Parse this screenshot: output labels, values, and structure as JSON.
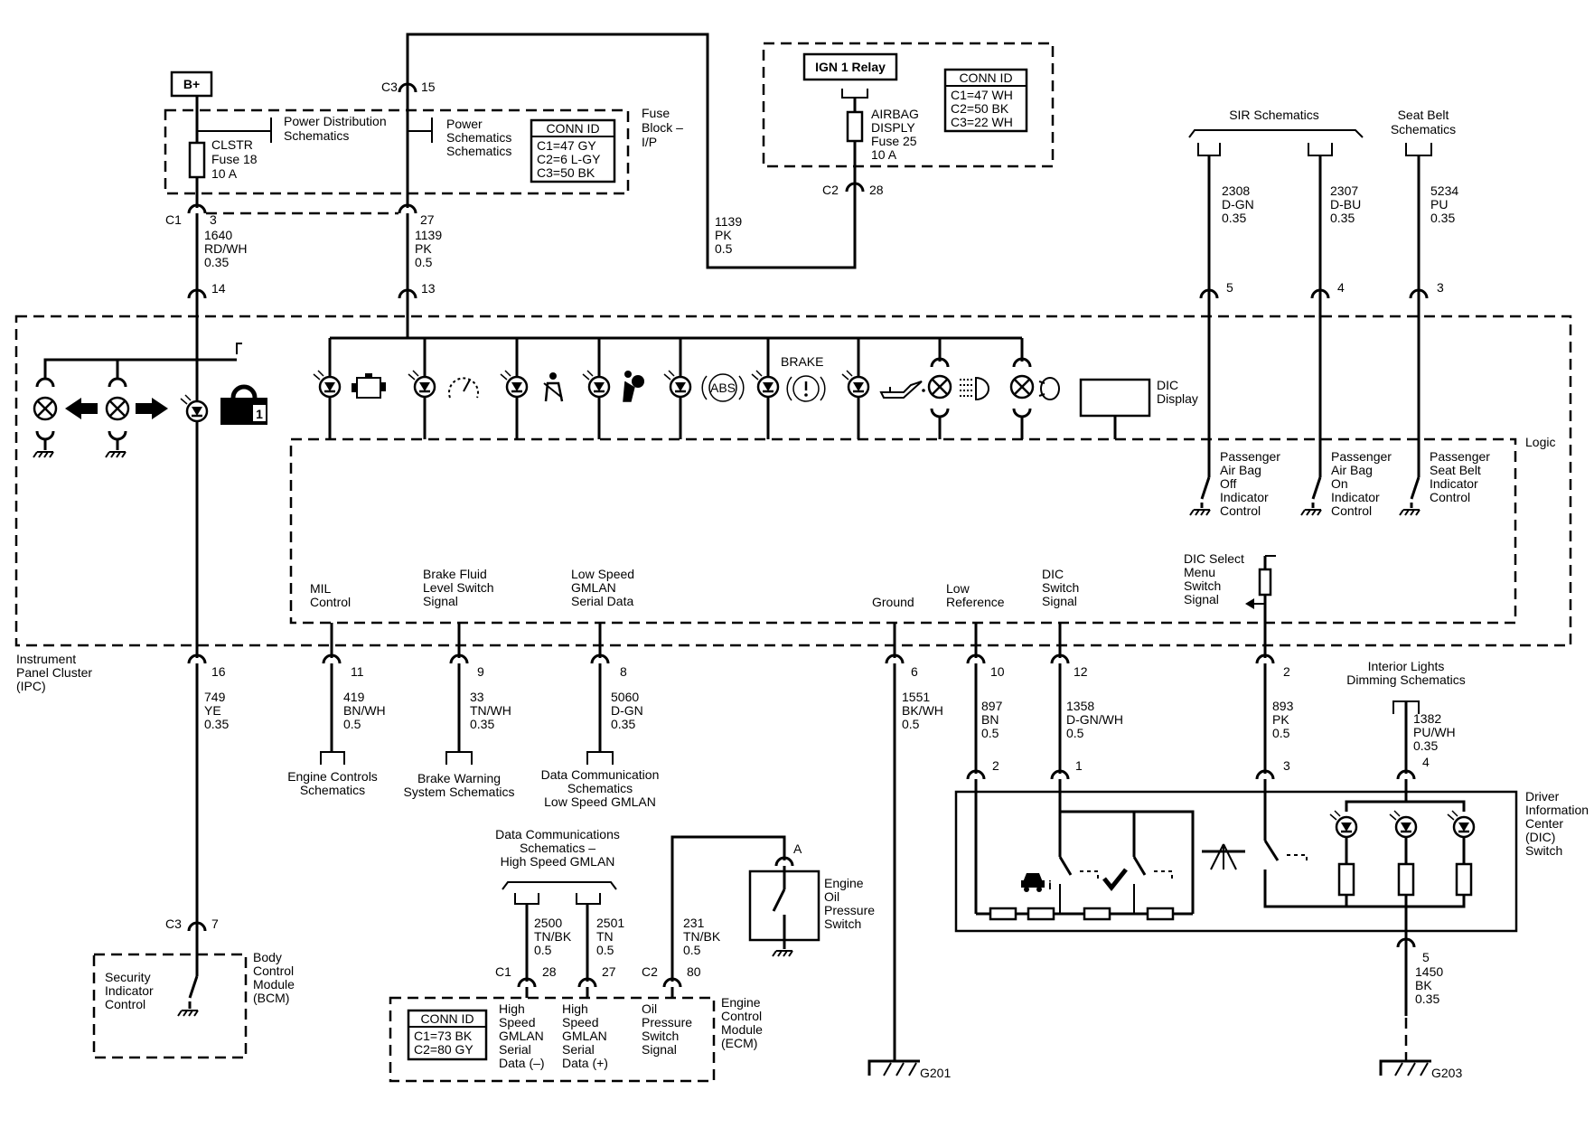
{
  "power": {
    "b_plus": "B+",
    "fuse_block": [
      "Fuse",
      "Block –",
      "I/P"
    ],
    "power_dist": [
      "Power Distribution",
      "Schematics"
    ],
    "power_sch": [
      "Power",
      "Schematics",
      "Schematics"
    ],
    "clstr": [
      "CLSTR",
      "Fuse 18",
      "10 A"
    ],
    "conn_id_title": "CONN ID",
    "conn_id_1": [
      "C1=47 GY",
      "C2=6 L-GY",
      "C3=50 BK"
    ],
    "c3": "C3",
    "c3_pin": "15",
    "c1": "C1",
    "c1_pin": "3",
    "c1_pin_b": "27",
    "wire_1640": [
      "1640",
      "RD/WH",
      "0.35"
    ],
    "wire_1139a": [
      "1139",
      "PK",
      "0.5"
    ],
    "wire_1139b": [
      "1139",
      "PK",
      "0.5"
    ],
    "ipc_pin_14": "14",
    "ipc_pin_13": "13"
  },
  "relay": {
    "ign": "IGN 1 Relay",
    "airbag": [
      "AIRBAG",
      "DISPLY",
      "Fuse 25",
      "10 A"
    ],
    "conn_id_title": "CONN ID",
    "conn_id": [
      "C1=47 WH",
      "C2=50 BK",
      "C3=22 WH"
    ],
    "c2": "C2",
    "c2_pin": "28"
  },
  "sir": {
    "title": "SIR Schematics",
    "seat_belt": [
      "Seat Belt",
      "Schematics"
    ],
    "wire_2308": [
      "2308",
      "D-GN",
      "0.35"
    ],
    "wire_2307": [
      "2307",
      "D-BU",
      "0.35"
    ],
    "wire_5234": [
      "5234",
      "PU",
      "0.35"
    ],
    "pins": [
      "5",
      "4",
      "3"
    ]
  },
  "ipc": {
    "label": [
      "Instrument",
      "Panel Cluster",
      "(IPC)"
    ],
    "logic": "Logic",
    "brake": "BRAKE",
    "dic_display": [
      "DIC",
      "Display"
    ],
    "pass_off": [
      "Passenger",
      "Air Bag",
      "Off",
      "Indicator",
      "Control"
    ],
    "pass_on": [
      "Passenger",
      "Air Bag",
      "On",
      "Indicator",
      "Control"
    ],
    "pass_seat": [
      "Passenger",
      "Seat Belt",
      "Indicator",
      "Control"
    ],
    "mil": [
      "MIL",
      "Control"
    ],
    "brake_fluid": [
      "Brake Fluid",
      "Level Switch",
      "Signal"
    ],
    "low_speed": [
      "Low Speed",
      "GMLAN",
      "Serial Data"
    ],
    "ground": "Ground",
    "low_ref": [
      "Low",
      "Reference"
    ],
    "dic_switch": [
      "DIC",
      "Switch",
      "Signal"
    ],
    "dic_select": [
      "DIC Select",
      "Menu",
      "Switch",
      "Signal"
    ],
    "abs": "ABS"
  },
  "bottom": {
    "pin16": "16",
    "wire_749": [
      "749",
      "YE",
      "0.35"
    ],
    "pin11": "11",
    "wire_419": [
      "419",
      "BN/WH",
      "0.5"
    ],
    "pin9": "9",
    "wire_33": [
      "33",
      "TN/WH",
      "0.35"
    ],
    "pin8": "8",
    "wire_5060": [
      "5060",
      "D-GN",
      "0.35"
    ],
    "pin6": "6",
    "wire_1551": [
      "1551",
      "BK/WH",
      "0.5"
    ],
    "pin10": "10",
    "wire_897": [
      "897",
      "BN",
      "0.5"
    ],
    "pin12": "12",
    "wire_1358": [
      "1358",
      "D-GN/WH",
      "0.5"
    ],
    "pin2": "2",
    "wire_893": [
      "893",
      "PK",
      "0.5"
    ],
    "engine_controls": [
      "Engine Controls",
      "Schematics"
    ],
    "brake_warning": [
      "Brake Warning",
      "System Schematics"
    ],
    "data_comm": [
      "Data Communication",
      "Schematics",
      "Low Speed GMLAN"
    ],
    "interior": [
      "Interior Lights",
      "Dimming Schematics"
    ],
    "wire_1382": [
      "1382",
      "PU/WH",
      "0.35"
    ],
    "pin4": "4",
    "dic_pins": [
      "2",
      "1",
      "3"
    ],
    "dic_label": [
      "Driver",
      "Information",
      "Center",
      "(DIC)",
      "Switch"
    ],
    "pin5": "5",
    "wire_1450": [
      "1450",
      "BK",
      "0.35"
    ],
    "g201": "G201",
    "g203": "G203",
    "c3": "C3",
    "c3_pin": "7",
    "bcm_sec": [
      "Security",
      "Indicator",
      "Control"
    ],
    "bcm": [
      "Body",
      "Control",
      "Module",
      "(BCM)"
    ],
    "hs_title": [
      "Data Communications",
      "Schematics –",
      "High Speed GMLAN"
    ],
    "wire_2500": [
      "2500",
      "TN/BK",
      "0.5"
    ],
    "wire_2501": [
      "2501",
      "TN",
      "0.5"
    ],
    "wire_231": [
      "231",
      "TN/BK",
      "0.5"
    ],
    "c1": "C1",
    "c1_pin": "28",
    "c1_pin_b": "27",
    "c2": "C2",
    "c2_pin": "80",
    "oil_a": "A",
    "oil_switch": [
      "Engine",
      "Oil",
      "Pressure",
      "Switch"
    ],
    "ecm_conn_title": "CONN ID",
    "ecm_conn": [
      "C1=73 BK",
      "C2=80 GY"
    ],
    "hs_minus": [
      "High",
      "Speed",
      "GMLAN",
      "Serial",
      "Data (–)"
    ],
    "hs_plus": [
      "High",
      "Speed",
      "GMLAN",
      "Serial",
      "Data (+)"
    ],
    "oil_sig": [
      "Oil",
      "Pressure",
      "Switch",
      "Signal"
    ],
    "ecm": [
      "Engine",
      "Control",
      "Module",
      "(ECM)"
    ]
  }
}
